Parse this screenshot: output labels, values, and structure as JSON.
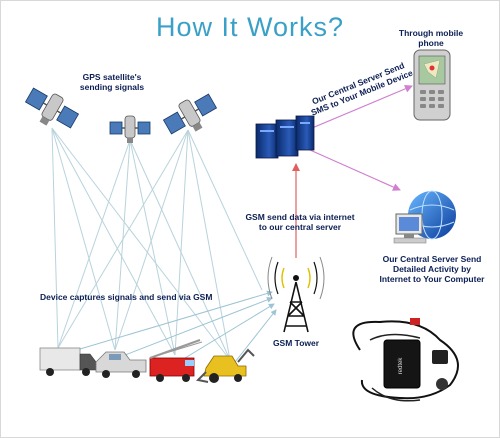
{
  "title": "How It Works?",
  "labels": {
    "satellites_line1": "GPS satellite's",
    "satellites_line2": "sending signals",
    "mobile_line1": "Through mobile",
    "mobile_line2": "phone",
    "sms_line1": "Our Central Server Send",
    "sms_line2": "SMS to Your Mobile Device",
    "gsm_send_line1": "GSM send data via internet",
    "gsm_send_line2": "to our central server",
    "computer_line1": "Our Central Server Send",
    "computer_line2": "Detailed Activity by",
    "computer_line3": "Internet to Your Computer",
    "device_captures": "Device captures signals and send via GSM",
    "gsm_tower": "GSM Tower",
    "device_brand": "redtek"
  },
  "colors": {
    "title": "#3aa0c8",
    "label_text": "#0c1f54",
    "signal_line": "#b8d3dc",
    "red_arrow": "#e06060",
    "pink_arrow": "#d080d0"
  }
}
